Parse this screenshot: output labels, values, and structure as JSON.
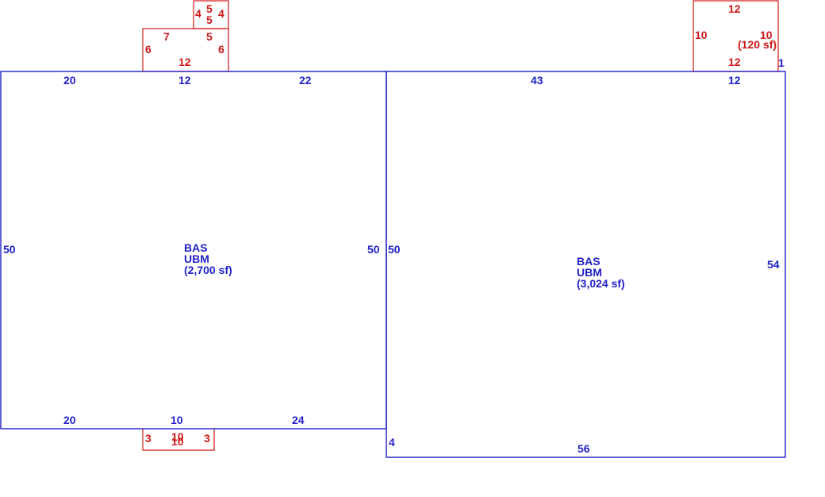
{
  "colors": {
    "main_area": "#1f1fc8",
    "addition": "#d01818",
    "background": "#ffffff"
  },
  "areas": [
    {
      "lines": [
        "BAS",
        "UBM",
        "(2,700 sf)"
      ],
      "dims": {
        "top_left": "20",
        "top_mid": "12",
        "top_right": "22",
        "left": "50",
        "right": "50",
        "bottom_left": "20",
        "bottom_mid": "10",
        "bottom_right": "24"
      }
    },
    {
      "lines": [
        "BAS",
        "UBM",
        "(3,024 sf)"
      ],
      "dims": {
        "top_left": "43",
        "top_right": "12",
        "left": "50",
        "right": "54",
        "bottom": "56",
        "corner_left": "4",
        "corner_right": "1"
      }
    }
  ],
  "additions": {
    "top_small": {
      "left": "4",
      "top": "5",
      "inner": "5",
      "right": "4"
    },
    "top_mid": {
      "left": "6",
      "top_left": "7",
      "top_right": "5",
      "right": "6",
      "bottom": "12"
    },
    "bottom_stoop": {
      "left": "3",
      "mid_a": "10",
      "mid_b": "10",
      "right": "3"
    },
    "top_right": {
      "top": "12",
      "left": "10",
      "right": "10",
      "bottom": "12",
      "area": "(120 sf)"
    }
  }
}
